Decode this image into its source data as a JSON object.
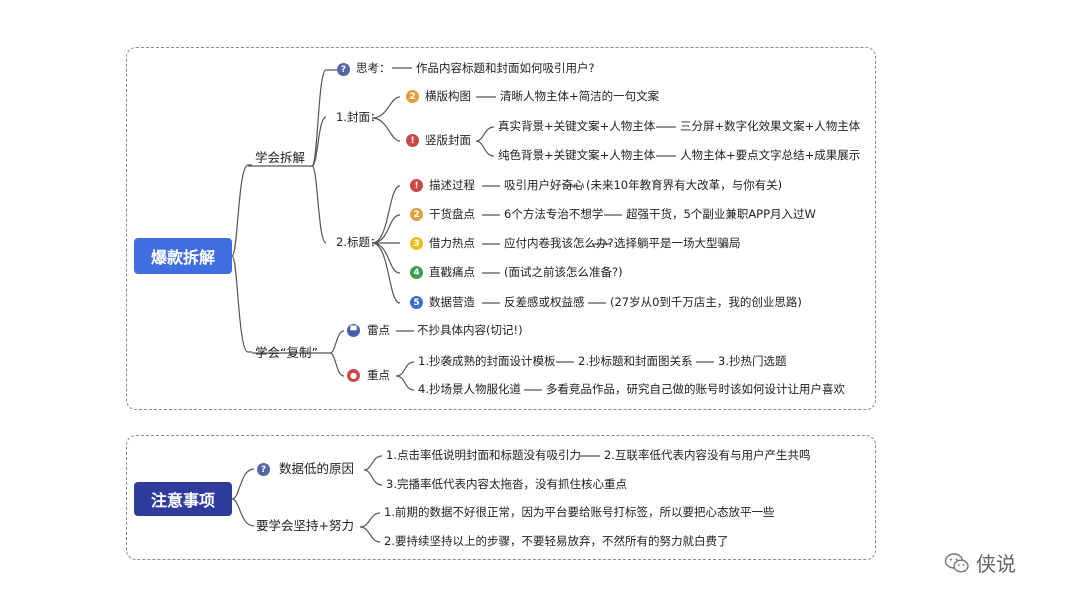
{
  "top": {
    "root": "爆款拆解",
    "branch1": {
      "label": "学会拆解",
      "think": {
        "label": "思考：",
        "desc": "作品内容标题和封面如何吸引用户?"
      },
      "cover": {
        "label": "1.封面：",
        "landscape": {
          "label": "横版构图",
          "desc": "清晰人物主体+简洁的一句文案"
        },
        "portrait": {
          "label": "竖版封面",
          "row1": [
            "真实背景+关键文案+人物主体",
            "三分屏+数字化效果文案+人物主体"
          ],
          "row2": [
            "纯色背景+关键文案+人物主体",
            "人物主体+要点文字总结+成果展示"
          ]
        }
      },
      "title": {
        "label": "2.标题：",
        "items": [
          {
            "label": "描述过程",
            "a": "吸引用户好奇心",
            "b": "(未来10年教育界有大改革，与你有关)"
          },
          {
            "label": "干货盘点",
            "a": "6个方法专治不想学",
            "b": "超强干货，5个副业兼职APP月入过W"
          },
          {
            "label": "借力热点",
            "a": "应付内卷我该怎么办?",
            "b": "选择躺平是一场大型骗局"
          },
          {
            "label": "直戳痛点",
            "a": "(面试之前该怎么准备?)",
            "b": ""
          },
          {
            "label": "数据营造",
            "a": "反差感或权益感",
            "b": "(27岁从0到千万店主，我的创业思路)"
          }
        ]
      }
    },
    "branch2": {
      "label": "学会“复制”",
      "thunder": {
        "label": "雷点",
        "desc": "不抄具体内容(切记!)"
      },
      "focus": {
        "label": "重点",
        "row1": [
          "1.抄袭成熟的封面设计模板",
          "2.抄标题和封面图关系",
          "3.抄热门选题"
        ],
        "row2": [
          "4.抄场景人物服化道",
          "多看竞品作品，研究自己做的账号时该如何设计让用户喜欢"
        ]
      }
    }
  },
  "bottom": {
    "root": "注意事项",
    "low": {
      "label": "数据低的原因",
      "row1": [
        "1.点击率低说明封面和标题没有吸引力",
        "2.互联率低代表内容没有与用户产生共鸣"
      ],
      "row2": "3.完播率低代表内容太拖沓，没有抓住核心重点"
    },
    "persist": {
      "label": "要学会坚持+努力",
      "row1": "1.前期的数据不好很正常，因为平台要给账号打标签，所以要把心态放平一些",
      "row2": "2.要持续坚持以上的步骤，不要轻易放弃，不然所有的努力就白费了"
    }
  },
  "badges": {
    "question": "?",
    "n1": "!",
    "n2": "2",
    "n3": "3",
    "n4": "4",
    "n5": "5",
    "flag": "▀",
    "dot": "●"
  },
  "watermark": "侠说",
  "colors": {
    "root1": "#3e6ee0",
    "root2": "#2f3c9e",
    "line": "#555555"
  }
}
